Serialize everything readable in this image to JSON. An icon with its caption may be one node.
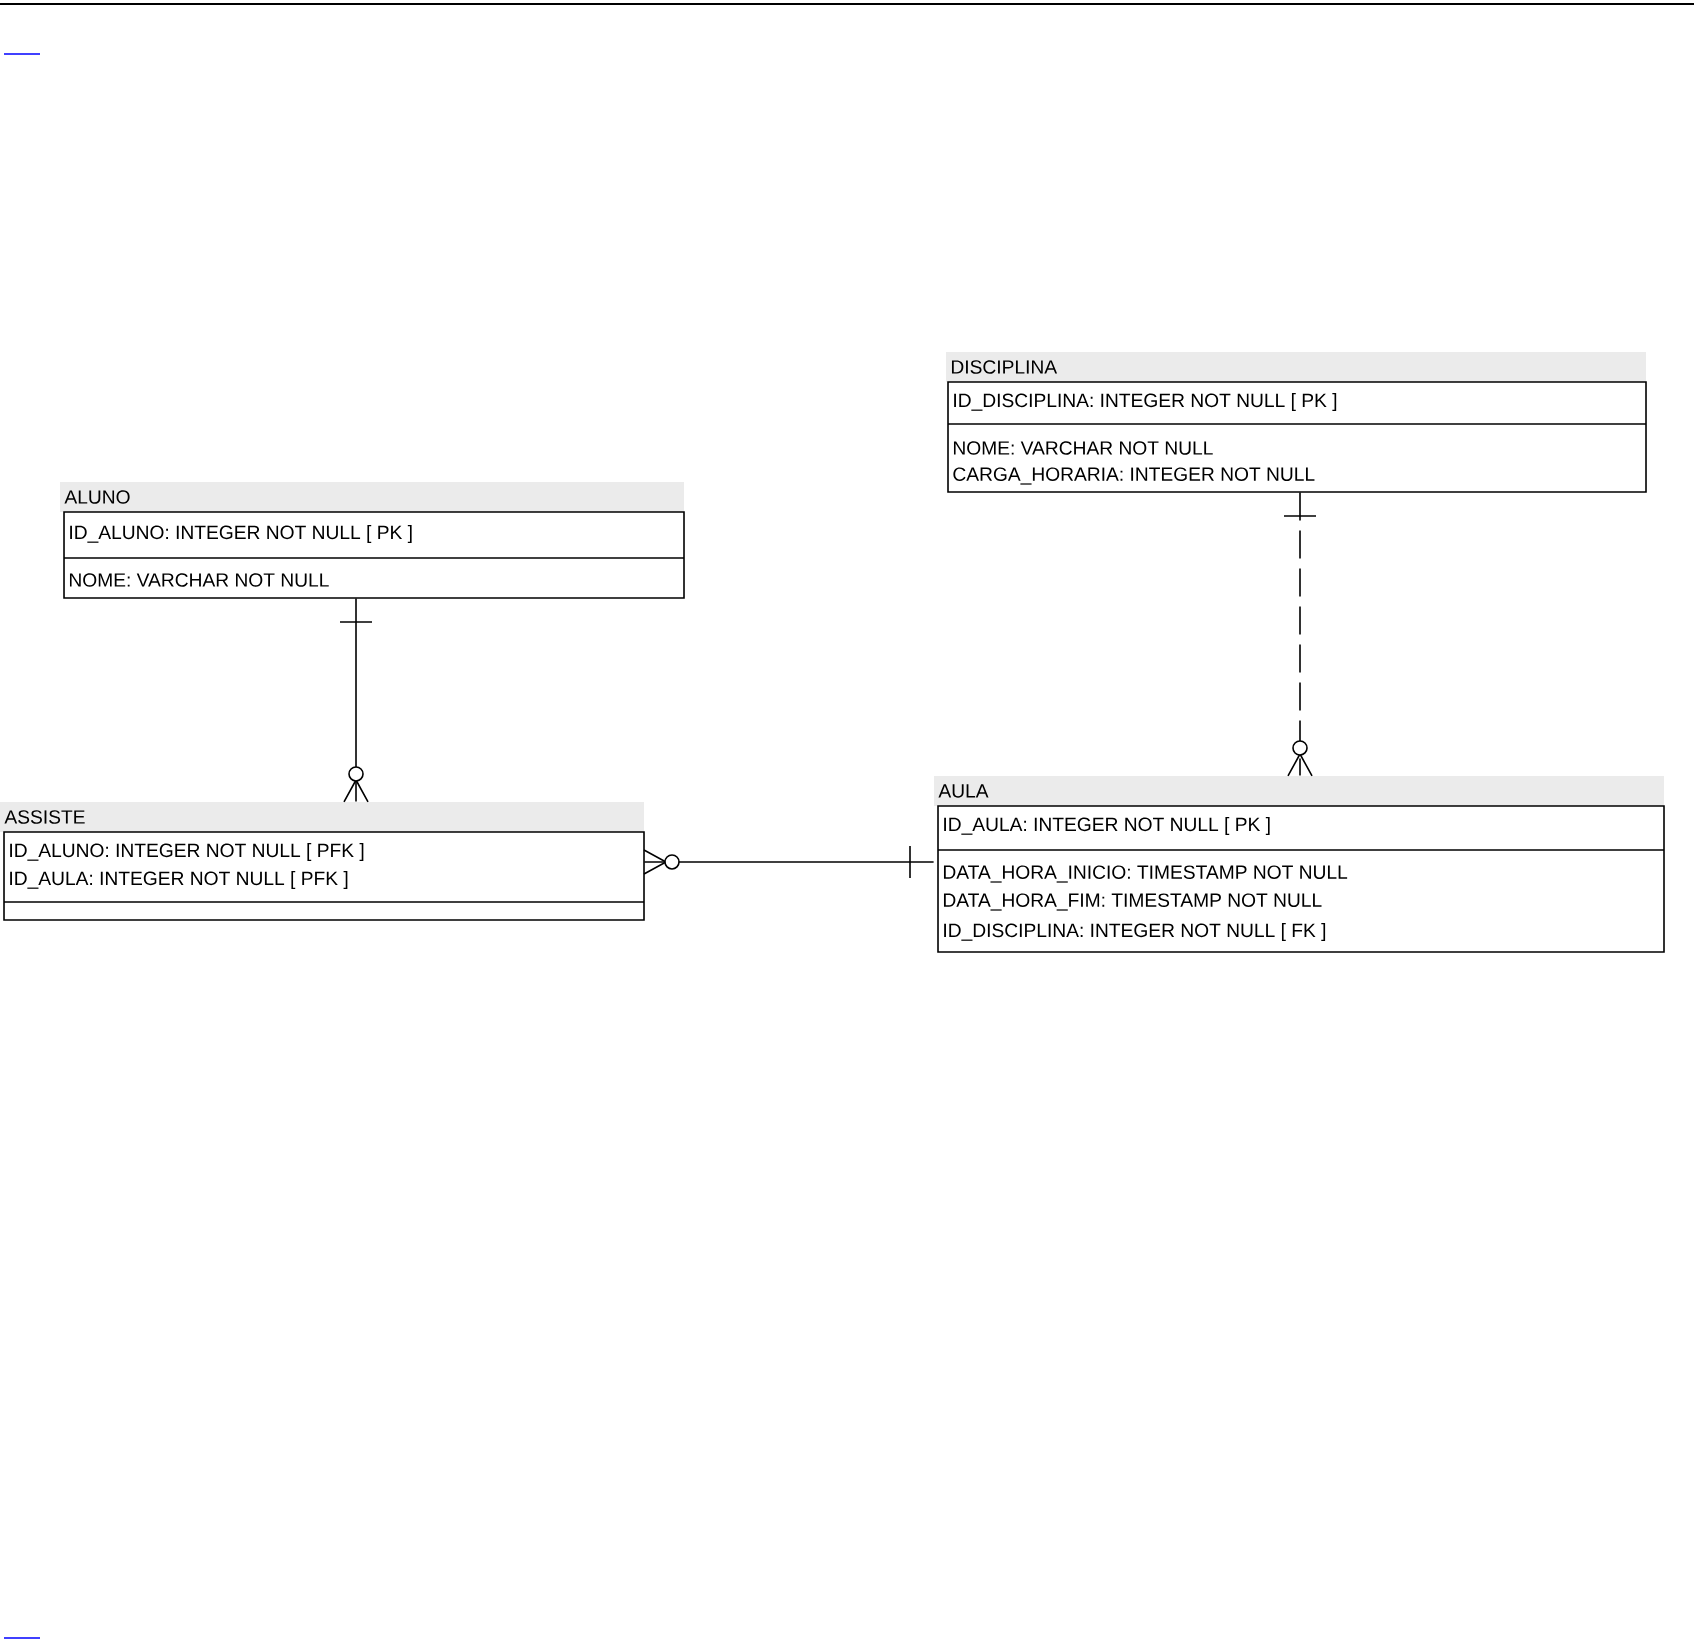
{
  "diagram": {
    "nodes": [
      {
        "text": [
          "DISCIPLINA",
          "ID_DISCIPLINA: INTEGER   NOT NULL  [ PK ]",
          "NOME: VARCHAR   NOT NULL",
          "CARGA_HORARIA: INTEGER   NOT NULL"
        ]
      },
      {
        "text": [
          "ALUNO",
          "ID_ALUNO: INTEGER   NOT NULL  [ PK ]",
          "NOME: VARCHAR   NOT NULL"
        ]
      },
      {
        "text": [
          "ASSISTE",
          "ID_ALUNO: INTEGER   NOT NULL  [ PFK ]",
          "ID_AULA: INTEGER   NOT NULL  [ PFK ]"
        ]
      },
      {
        "text": [
          "AULA",
          "ID_AULA: INTEGER   NOT NULL  [ PK ]",
          "DATA_HORA_INICIO: TIMESTAMP   NOT NULL",
          "DATA_HORA_FIM: TIMESTAMP   NOT NULL",
          "ID_DISCIPLINA: INTEGER   NOT NULL  [ FK ]"
        ]
      }
    ],
    "edges": [
      {
        "from": 1,
        "to": 2,
        "arrow": "other"
      },
      {
        "from": 3,
        "to": 2,
        "arrow": "other"
      },
      {
        "from": 0,
        "to": 3,
        "arrow": "other",
        "style": "dashed"
      }
    ]
  }
}
